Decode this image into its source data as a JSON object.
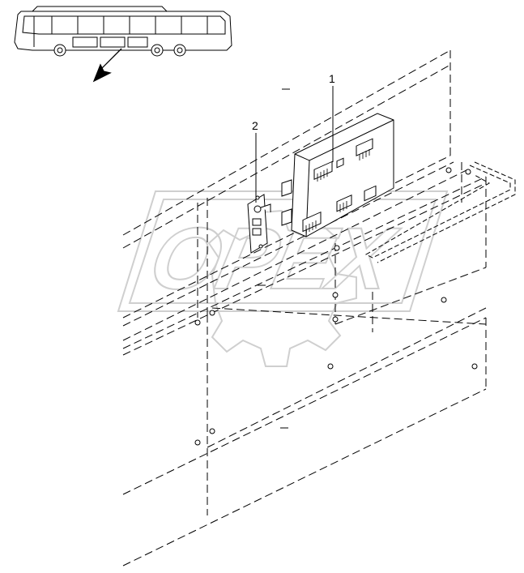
{
  "diagram": {
    "callouts": [
      {
        "id": "1",
        "text": "1"
      },
      {
        "id": "2",
        "text": "2"
      }
    ],
    "watermark": {
      "text": "OPEX"
    },
    "icons": {
      "bus": "bus-locator-icon",
      "arrow": "location-arrow-icon"
    },
    "colors": {
      "line": "#000000",
      "watermark": "#cfcfcf",
      "background": "#ffffff"
    }
  }
}
